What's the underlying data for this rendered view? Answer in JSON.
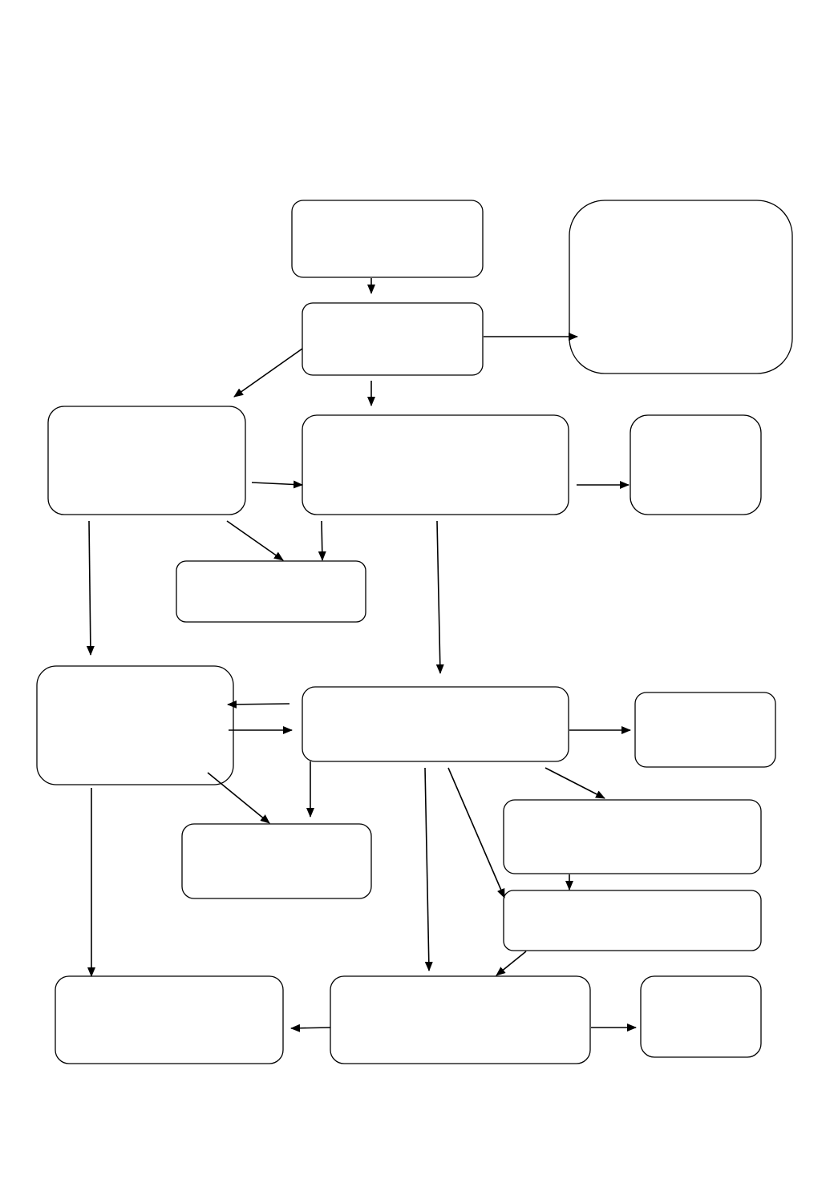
{
  "diagram": {
    "colors": {
      "stroke": "#000000",
      "fill": "#ffffff",
      "background": "#ffffff"
    },
    "nodes": [
      {
        "id": "box-1",
        "text": ""
      },
      {
        "id": "box-2",
        "text": ""
      },
      {
        "id": "box-3",
        "text": ""
      },
      {
        "id": "box-4",
        "text": ""
      },
      {
        "id": "box-5",
        "text": ""
      },
      {
        "id": "box-6",
        "text": ""
      },
      {
        "id": "box-7",
        "text": ""
      },
      {
        "id": "box-8",
        "text": ""
      },
      {
        "id": "box-9",
        "text": ""
      },
      {
        "id": "box-10",
        "text": ""
      },
      {
        "id": "box-11",
        "text": ""
      },
      {
        "id": "box-12",
        "text": ""
      },
      {
        "id": "box-13",
        "text": ""
      },
      {
        "id": "box-14",
        "text": ""
      },
      {
        "id": "box-15",
        "text": ""
      },
      {
        "id": "box-16",
        "text": ""
      },
      {
        "id": "box-17",
        "text": ""
      }
    ],
    "edges": [
      {
        "from": "box-1",
        "to": "box-2"
      },
      {
        "from": "box-2",
        "to": "box-3"
      },
      {
        "from": "box-2",
        "to": "box-4"
      },
      {
        "from": "box-2",
        "to": "box-5"
      },
      {
        "from": "box-4",
        "to": "box-5"
      },
      {
        "from": "box-5",
        "to": "box-6"
      },
      {
        "from": "box-4",
        "to": "box-7"
      },
      {
        "from": "box-5",
        "to": "box-7"
      },
      {
        "from": "box-4",
        "to": "box-8"
      },
      {
        "from": "box-5",
        "to": "box-9"
      },
      {
        "from": "box-9",
        "to": "box-8"
      },
      {
        "from": "box-8",
        "to": "box-9"
      },
      {
        "from": "box-9",
        "to": "box-10"
      },
      {
        "from": "box-8",
        "to": "box-11"
      },
      {
        "from": "box-9",
        "to": "box-11"
      },
      {
        "from": "box-9",
        "to": "box-12"
      },
      {
        "from": "box-12",
        "to": "box-13"
      },
      {
        "from": "box-9",
        "to": "box-13"
      },
      {
        "from": "box-8",
        "to": "box-14"
      },
      {
        "from": "box-9",
        "to": "box-15"
      },
      {
        "from": "box-13",
        "to": "box-15"
      },
      {
        "from": "box-15",
        "to": "box-14"
      },
      {
        "from": "box-15",
        "to": "box-16"
      }
    ]
  }
}
